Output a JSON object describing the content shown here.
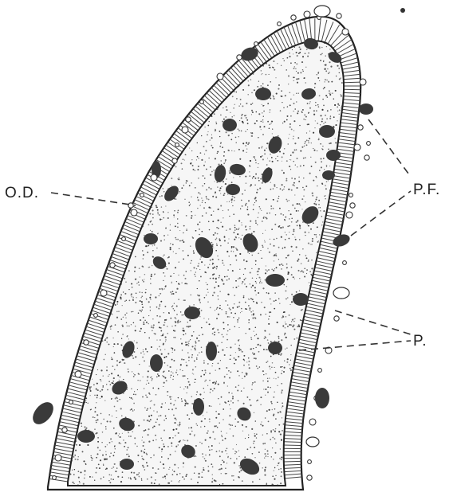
{
  "labels": {
    "od": "O.D.",
    "pf": "P.F.",
    "p": "P."
  },
  "colors": {
    "ink": "#222222",
    "paper": "#ffffff",
    "nucleus": "#3a3a3a"
  }
}
